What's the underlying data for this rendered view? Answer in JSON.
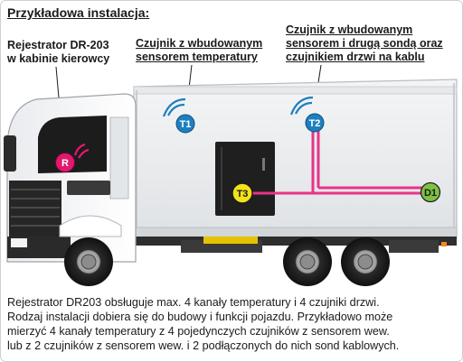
{
  "title": "Przykładowa instalacja:",
  "labels": {
    "recorder_line1": "Rejestrator DR-203",
    "recorder_line2": "w kabinie kierowcy",
    "sensor1_line1": "Czujnik z wbudowanym",
    "sensor1_line2": "sensorem temperatury",
    "sensor2_line1": "Czujnik z wbudowanym",
    "sensor2_line2": "sensorem i drugą sondą oraz",
    "sensor2_line3": "czujnikiem drzwi na kablu"
  },
  "badges": {
    "recorder": "R",
    "t1": "T1",
    "t2": "T2",
    "t3": "T3",
    "d1": "D1"
  },
  "description": {
    "line1": "Rejestrator DR203 obsługuje max. 4 kanały temperatury i 4 czujniki drzwi.",
    "line2": "Rodzaj instalacji dobiera się do budowy i funkcji pojazdu. Przykładowo może",
    "line3": "mierzyć 4 kanały temperatury z 4 pojedynczych czujników z sensorem wew.",
    "line4": "lub z 2 czujników z sensorem wew. i 2 podłączonych do nich sond kablowych."
  },
  "colors": {
    "sensor_blue": "#1e7fc0",
    "recorder_pink": "#e0186e",
    "probe_yellow": "#f2e21a",
    "door_green": "#7cc242",
    "cable_pink": "#e8338a"
  }
}
